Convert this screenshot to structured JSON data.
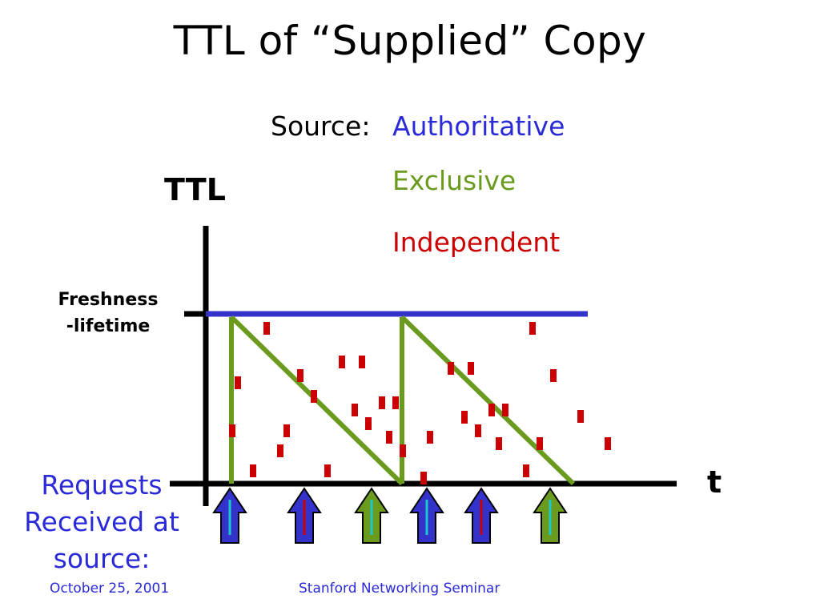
{
  "slide": {
    "title": "TTL of “Supplied” Copy",
    "source_label": "Source:",
    "legend": [
      {
        "label": "Authoritative",
        "color": "#2a2ad8"
      },
      {
        "label": "Exclusive",
        "color": "#6a9a1e"
      },
      {
        "label": "Independent",
        "color": "#cc0000"
      }
    ],
    "y_axis_label": "TTL",
    "freshness_label": "Freshness\n-lifetime",
    "x_axis_label": "t",
    "requests_label": "Requests Received at source:",
    "footer": {
      "date": "October 25, 2001",
      "seminar": "Stanford Networking Seminar"
    }
  },
  "colors": {
    "authoritative": "#3333cc",
    "exclusive": "#6a9a1e",
    "independent": "#cc0000",
    "axis": "#000000",
    "arrow_shaft_cyan": "#19c8c8"
  },
  "requests": [
    {
      "type": "authoritative",
      "icon": "up-arrow-icon"
    },
    {
      "type": "authoritative-independent",
      "icon": "up-arrow-icon"
    },
    {
      "type": "exclusive",
      "icon": "up-arrow-icon"
    },
    {
      "type": "authoritative",
      "icon": "up-arrow-icon"
    },
    {
      "type": "authoritative-independent",
      "icon": "up-arrow-icon"
    },
    {
      "type": "exclusive",
      "icon": "up-arrow-icon"
    }
  ]
}
